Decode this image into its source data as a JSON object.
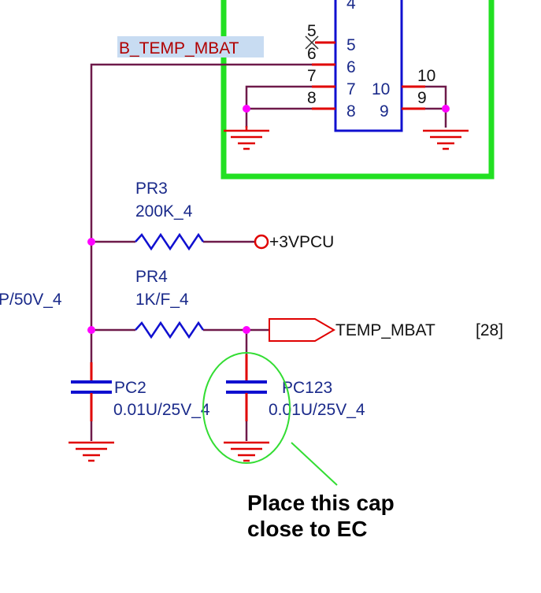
{
  "net_label": "B_TEMP_MBAT",
  "connector": {
    "top_pin": "4",
    "left_outer_labels": [
      "5",
      "6",
      "7",
      "8"
    ],
    "left_inner_labels": [
      "5",
      "6",
      "7",
      "8"
    ],
    "right_inner_labels": [
      "10",
      "9"
    ],
    "right_outer_labels": [
      "10",
      "9"
    ]
  },
  "pr3": {
    "ref": "PR3",
    "value": "200K_4"
  },
  "pr4": {
    "ref": "PR4",
    "value": "1K/F_4"
  },
  "power_net": "+3VPCU",
  "left_cut_value": "P/50V_4",
  "out_port": {
    "label": "TEMP_MBAT",
    "page_ref": "[28]"
  },
  "pc2": {
    "ref": "PC2",
    "value": "0.01U/25V_4"
  },
  "pc123": {
    "ref": "PC123",
    "value": "0.01U/25V_4"
  },
  "note": {
    "line1": "Place this cap",
    "line2": "close to EC"
  },
  "colors": {
    "wire": "#6e1a4a",
    "pin_red": "#e00000",
    "symbol_blue": "#1010d0",
    "junction": "#ff00ff",
    "frame_green": "#22e022",
    "callout_green": "#33dd33",
    "label_highlight": "#c8dcf2"
  }
}
